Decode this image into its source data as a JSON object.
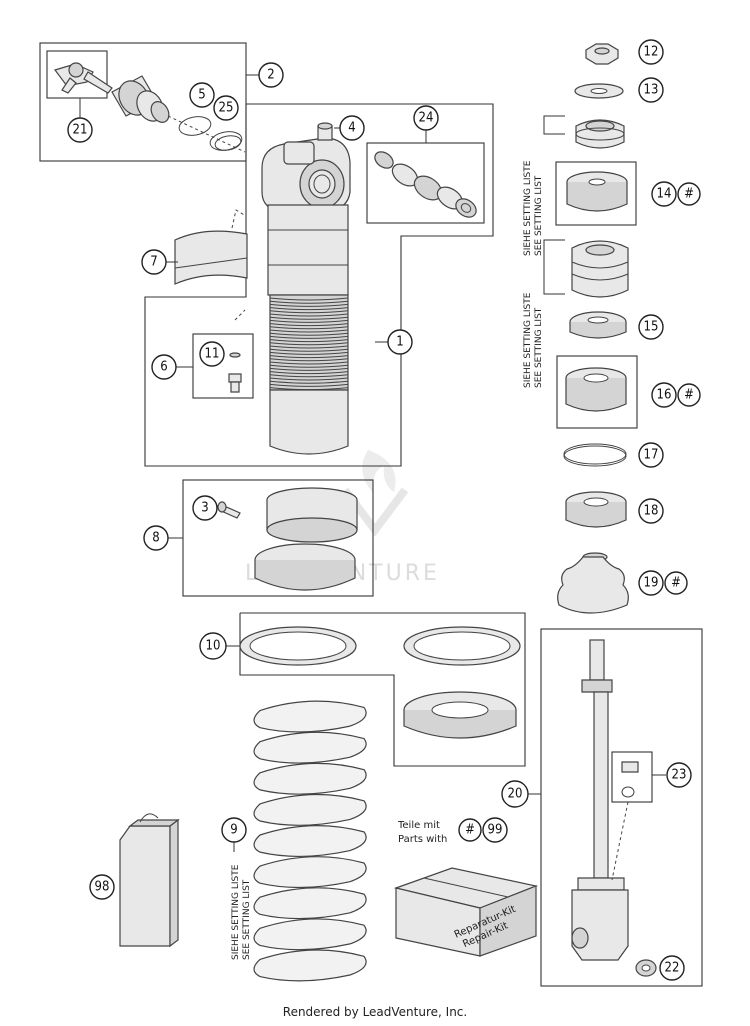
{
  "callouts": {
    "c1": "1",
    "c2": "2",
    "c3": "3",
    "c4": "4",
    "c5": "5",
    "c6": "6",
    "c7": "7",
    "c8": "8",
    "c9": "9",
    "c10": "10",
    "c11": "11",
    "c12": "12",
    "c13": "13",
    "c14": "14",
    "c15": "15",
    "c16": "16",
    "c17": "17",
    "c18": "18",
    "c19": "19",
    "c20": "20",
    "c21": "21",
    "c22": "22",
    "c23": "23",
    "c24": "24",
    "c25": "25",
    "c98": "98",
    "c99": "99",
    "hash": "#"
  },
  "setting_list": {
    "line1": "SIEHE SETTING LISTE",
    "line2": "SEE SETTING LIST"
  },
  "repair": {
    "line1": "Teile mit",
    "line2": "Parts with",
    "box_label1": "Reparatur-Kit",
    "box_label2": "Repair-Kit"
  },
  "watermark": "LEADVENTURE",
  "footer": "Rendered by LeadVenture, Inc."
}
